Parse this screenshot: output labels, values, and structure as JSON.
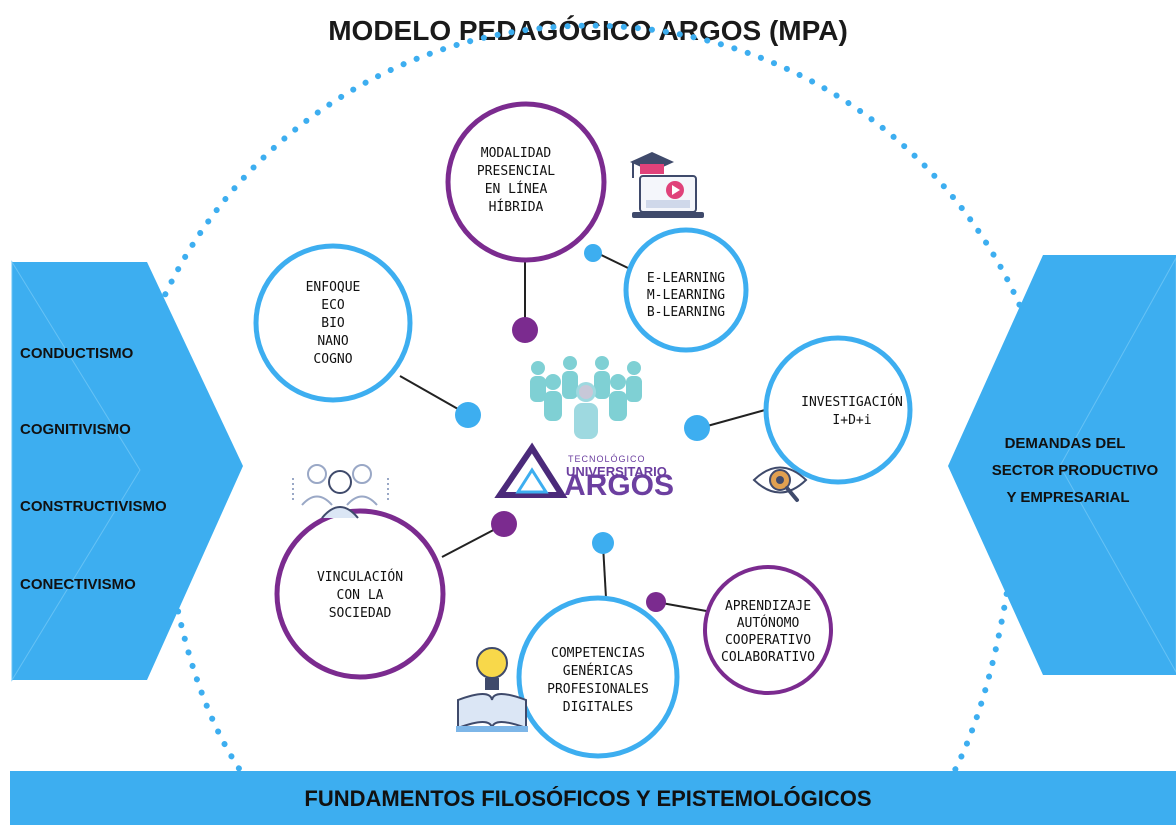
{
  "title": "MODELO PEDAGÓGICO ARGOS (MPA)",
  "colors": {
    "blue": "#3daef0",
    "purple": "#7b2b8f",
    "dark_purple": "#4b2a7a"
  },
  "left_panel": {
    "items": [
      "CONDUCTISMO",
      "COGNITIVISMO",
      "CONSTRUCTIVISMO",
      "CONECTIVISMO"
    ]
  },
  "right_panel": {
    "lines": [
      "DEMANDAS DEL",
      "SECTOR PRODUCTIVO",
      "Y EMPRESARIAL"
    ]
  },
  "bottom_banner": "FUNDAMENTOS FILOSÓFICOS Y EPISTEMOLÓGICOS",
  "nodes": {
    "modalidad": [
      "MODALIDAD",
      "PRESENCIAL",
      "EN LÍNEA",
      "HÍBRIDA"
    ],
    "elearning": [
      "E-LEARNING",
      "M-LEARNING",
      "B-LEARNING"
    ],
    "enfoque": [
      "ENFOQUE",
      "ECO",
      "BIO",
      "NANO",
      "COGNO"
    ],
    "investigacion": [
      "INVESTIGACIÓN",
      "I+D+i"
    ],
    "vinculacion": [
      "VINCULACIÓN",
      "CON LA",
      "SOCIEDAD"
    ],
    "competencias": [
      "COMPETENCIAS",
      "GENÉRICAS",
      "PROFESIONALES",
      "DIGITALES"
    ],
    "aprendizaje": [
      "APRENDIZAJE",
      "AUTÓNOMO",
      "COOPERATIVO",
      "COLABORATIVO"
    ]
  },
  "logo": {
    "line1": "TECNOLÓGICO",
    "line2": "UNIVERSITARIO",
    "line3": "ARGOS"
  },
  "icons": [
    "graduation-laptop-icon",
    "people-group-icon",
    "eye-search-icon",
    "team-icon",
    "lightbulb-book-icon"
  ]
}
